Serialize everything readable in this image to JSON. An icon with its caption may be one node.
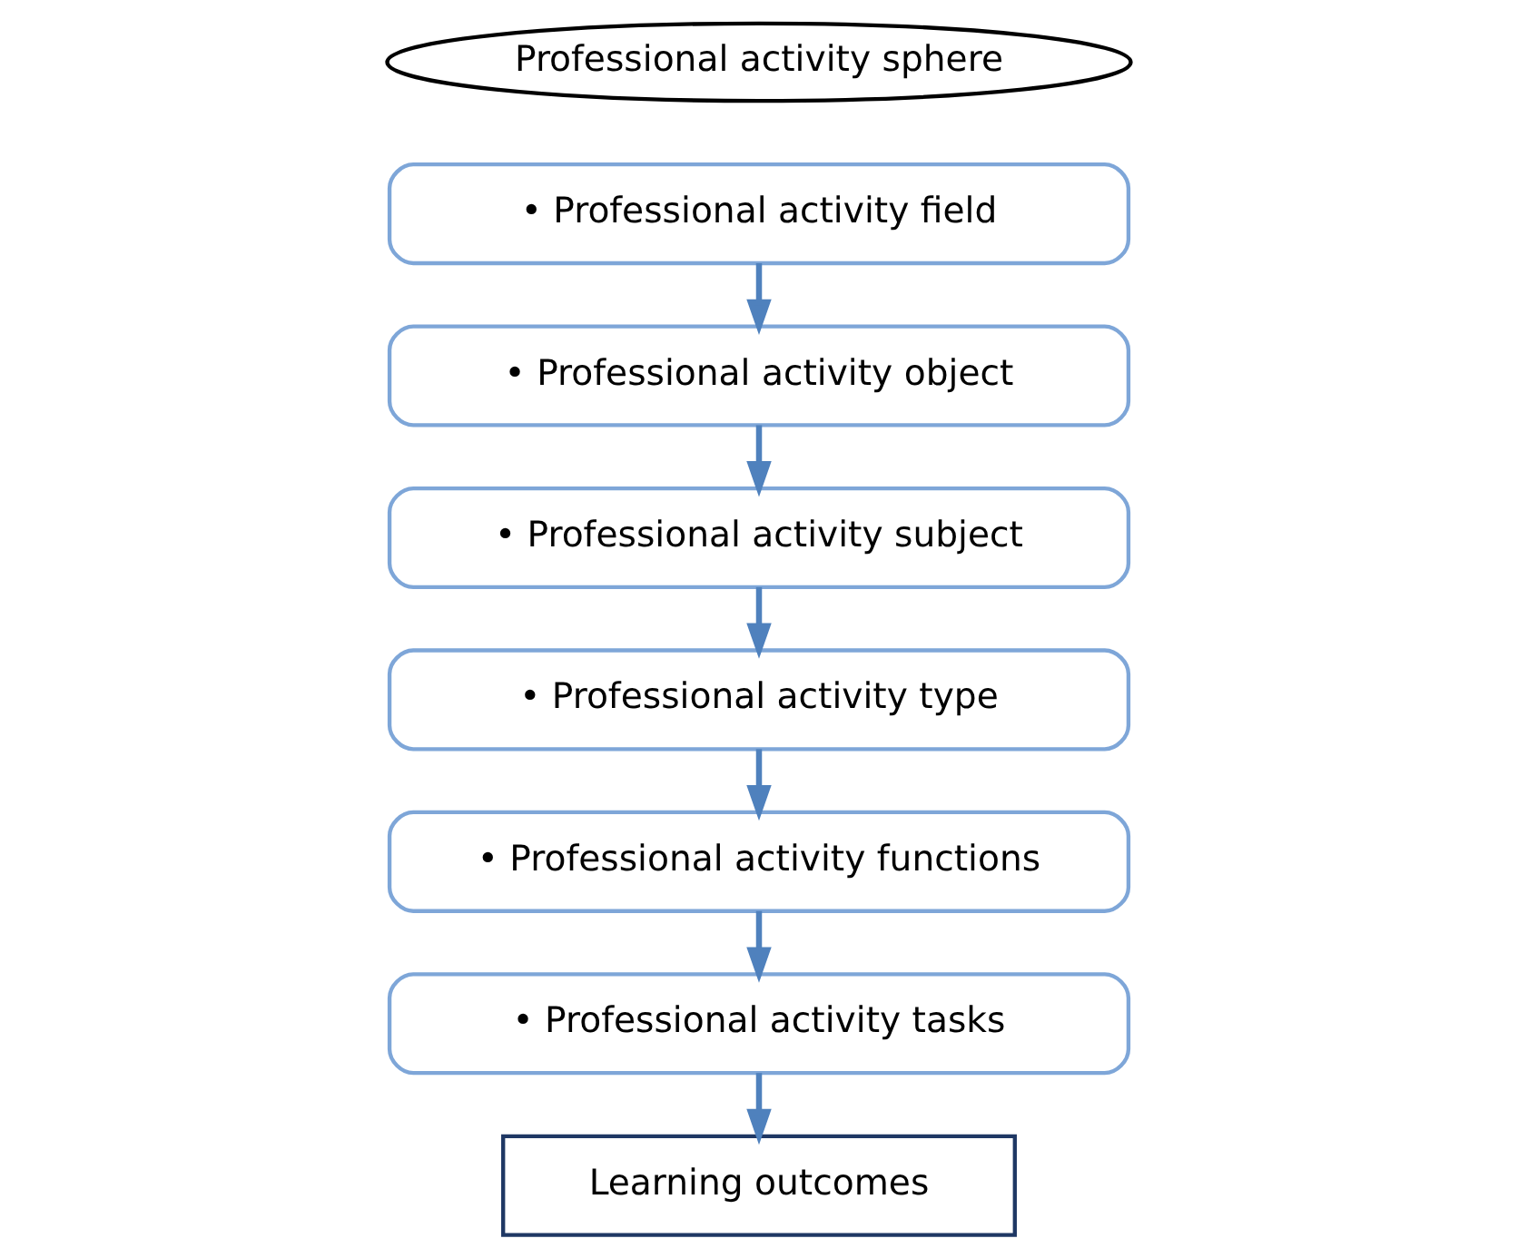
{
  "diagram": {
    "nodes": [
      {
        "text": [
          "Professional activity sphere"
        ]
      },
      {
        "text": [
          "• Professional activity field"
        ]
      },
      {
        "text": [
          "• Professional activity object"
        ]
      },
      {
        "text": [
          "• Professional activity subject"
        ]
      },
      {
        "text": [
          "• Professional activity type"
        ]
      },
      {
        "text": [
          "• Professional activity functions"
        ]
      },
      {
        "text": [
          "• Professional activity tasks"
        ]
      },
      {
        "text": [
          "Learning outcomes"
        ]
      }
    ],
    "edges": [
      {
        "from": 1,
        "to": 2,
        "arrow": "to"
      },
      {
        "from": 2,
        "to": 3,
        "arrow": "to"
      },
      {
        "from": 3,
        "to": 4,
        "arrow": "to"
      },
      {
        "from": 4,
        "to": 5,
        "arrow": "to"
      },
      {
        "from": 5,
        "to": 6,
        "arrow": "to"
      },
      {
        "from": 6,
        "to": 7,
        "arrow": "to"
      }
    ]
  }
}
